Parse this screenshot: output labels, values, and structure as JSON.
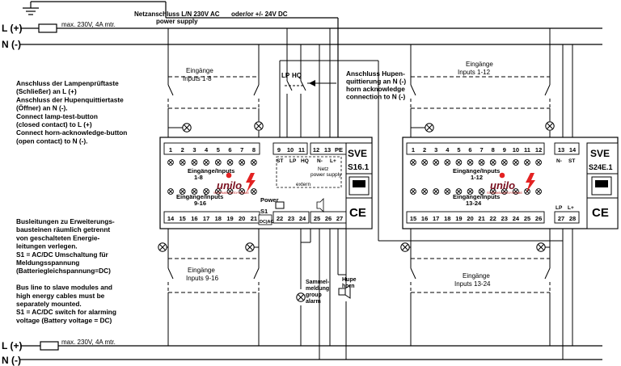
{
  "rails": {
    "l_top": "L (+)",
    "n_top": "N (-)",
    "l_bottom": "L (+)",
    "n_bottom": "N (-)",
    "fuse_top": "max. 230V, 4A mtr.",
    "fuse_bottom": "max. 230V, 4A mtr."
  },
  "header": {
    "supply_line1": "Netzanschluss L/N  230V AC",
    "supply_or": "oder/or +/- 24V DC",
    "supply_line2": "power supply"
  },
  "notes": {
    "lamp_test": [
      "Anschluss der Lampenprüftaste",
      "(Schließer) an L (+)",
      "Anschluss der Hupenquittiertaste",
      "(Öffner) an N (-).",
      "Connect lamp-test-button",
      "(closed contact) to L (+)",
      "Connect horn-acknowledge-button",
      "(open contact) to N (-)."
    ],
    "bus_lines": [
      "Busleitungen zu Erweiterungs-",
      "bausteinen räumlich getrennt",
      "von geschalteten Energie-",
      "leitungen verlegen.",
      "S1 = AC/DC Umschaltung für",
      "Meldungsspannung",
      "(Batteriegleichspannung=DC)",
      "",
      "Bus line to slave modules and",
      "high energy cables must be",
      "separately mounted.",
      "S1 = AC/DC switch for alarming",
      "voltage (Battery voltage = DC)"
    ],
    "horn_ack": [
      "Anschluss Hupen-",
      "quittierung an N (-)",
      "horn acknowledge",
      "connection to N (-)"
    ]
  },
  "buttons": {
    "lp": "LP",
    "hq": "HQ"
  },
  "module_left": {
    "brand": "SVE",
    "model": "S16.1",
    "top_terminals": [
      "1",
      "2",
      "3",
      "4",
      "5",
      "6",
      "7",
      "8"
    ],
    "mid_terminals": [
      "9",
      "10",
      "11"
    ],
    "right_terminals": [
      "12",
      "13",
      "PE"
    ],
    "bottom_terminals": [
      "14",
      "15",
      "16",
      "17",
      "18",
      "19",
      "20",
      "21"
    ],
    "relay_terminals": [
      "22",
      "23",
      "24"
    ],
    "horn_terminals": [
      "25",
      "26",
      "27"
    ],
    "inputs_top": "Eingänge/Inputs",
    "inputs_top_range": "1-8",
    "inputs_bottom": "Eingänge/Inputs",
    "inputs_bottom_range": "9-16",
    "st": "ST",
    "lp": "LP",
    "hq": "HQ",
    "n_minus": "N-",
    "l_plus": "L+",
    "netz": "Netz",
    "power_supply": "power supply",
    "extern": "extern",
    "power": "Power",
    "s1": "S1",
    "dcac": "DC|AC",
    "logo": "unilo",
    "logo_sub": "STÖRMELDESYSTEME",
    "ce": "CE"
  },
  "module_right": {
    "brand": "SVE",
    "model": "S24E.1",
    "top_terminals": [
      "1",
      "2",
      "3",
      "4",
      "5",
      "6",
      "7",
      "8",
      "9",
      "10",
      "11",
      "12"
    ],
    "side_top_terminals": [
      "13",
      "14"
    ],
    "bottom_terminals": [
      "15",
      "16",
      "17",
      "18",
      "19",
      "20",
      "21",
      "22",
      "23",
      "24",
      "25",
      "26"
    ],
    "side_bottom_terminals": [
      "27",
      "28"
    ],
    "inputs_top": "Eingänge/Inputs",
    "inputs_top_range": "1-12",
    "inputs_bottom": "Eingänge/Inputs",
    "inputs_bottom_range": "13-24",
    "n_minus": "N-",
    "st": "ST",
    "lp": "LP",
    "l_plus": "L+",
    "logo": "unilo",
    "logo_sub": "STÖRMELDESYSTEME",
    "ce": "CE"
  },
  "field_labels": {
    "left_top": "Eingänge",
    "left_top_range": "Inputs 1-8",
    "left_bottom": "Eingänge",
    "left_bottom_range": "Inputs 9-16",
    "right_top": "Eingänge",
    "right_top_range": "Inputs 1-12",
    "right_bottom": "Eingänge",
    "right_bottom_range": "Inputs 13-24"
  },
  "alarm": {
    "lamp": [
      "Sammel-",
      "meldung",
      "group",
      "alarm"
    ],
    "horn": [
      "Hupe",
      "horn"
    ]
  }
}
